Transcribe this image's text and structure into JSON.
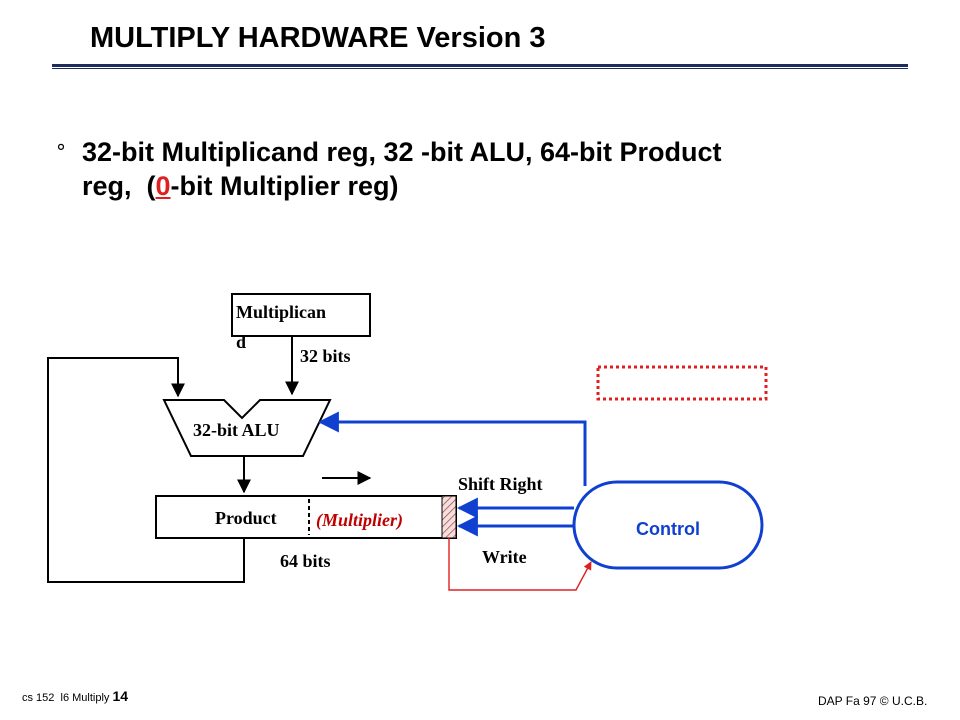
{
  "slide": {
    "title": "MULTIPLY HARDWARE Version 3",
    "bullet_symbol": "°",
    "bullet_line1": "32-bit Multiplicand reg, 32 -bit ALU, 64-bit Product",
    "bullet_line2_pre": "reg,  (",
    "bullet_line2_highlight": "0",
    "bullet_line2_post": "-bit Multiplier reg)"
  },
  "diagram": {
    "multiplicand_line1": "Multiplican",
    "multiplicand_line2": "d",
    "multiplicand_bits": "32 bits",
    "alu_label": "32-bit ALU",
    "product_label": "Product",
    "multiplier_label": "(Multiplier)",
    "product_bits": "64 bits",
    "shift_right_label": "Shift Right",
    "write_label": "Write",
    "control_label": "Control",
    "colors": {
      "control_lines": "#1040d0",
      "highlight": "#e02020",
      "multiplier_text": "#c00000"
    }
  },
  "footer": {
    "left_text": "cs 152  l6 Multiply ",
    "left_page": "14",
    "right_text": "DAP Fa 97 © U.C.B."
  }
}
